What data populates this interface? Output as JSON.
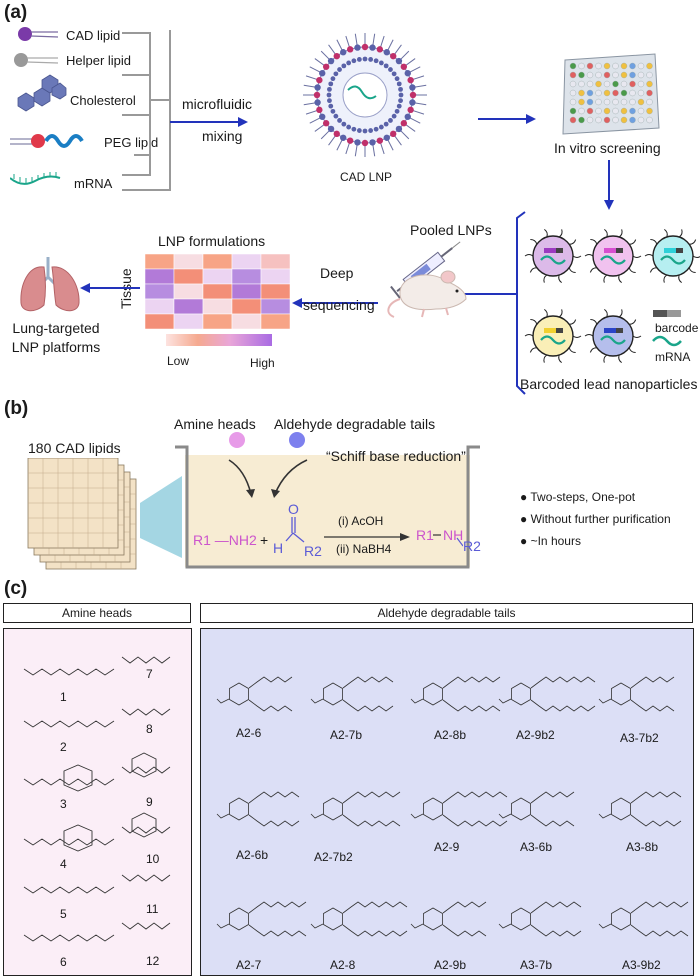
{
  "panel_a": {
    "label": "(a)",
    "components": [
      "CAD lipid",
      "Helper lipid",
      "Cholesterol",
      "PEG lipid",
      "mRNA"
    ],
    "mixing_label_1": "microfluidic",
    "mixing_label_2": "mixing",
    "lnp_label": "CAD LNP",
    "screening_label": "In vitro screening",
    "barcode_label": "barcode",
    "mrna_label": "mRNA",
    "barcoded_label": "Barcoded lead nanoparticles",
    "pooled_label": "Pooled LNPs",
    "deep_label_1": "Deep",
    "deep_label_2": "sequencing",
    "heatmap_title": "LNP formulations",
    "heatmap_ylabel": "Tissue",
    "scale_low": "Low",
    "scale_high": "High",
    "lung_label_1": "Lung-targeted",
    "lung_label_2": "LNP platforms"
  },
  "panel_b": {
    "label": "(b)",
    "lipids_label": "180 CAD lipids",
    "amine_label": "Amine heads",
    "aldehyde_label": "Aldehyde degradable tails",
    "reaction_label": "“Schiff base reduction”",
    "reactant_1": "R1 —NH2",
    "plus": "+",
    "h_atom": "H",
    "o_atom": "O",
    "r2": "R2",
    "step_1": "(i) AcOH",
    "step_2": "(ii) NaBH4",
    "product_r1": "R1",
    "product_nh": "NH",
    "product_r2": "R2",
    "bullets": [
      "Two-steps, One-pot",
      "Without further purification",
      "~In hours"
    ]
  },
  "panel_c": {
    "label": "(c)",
    "amine_header": "Amine heads",
    "aldehyde_header": "Aldehyde degradable tails",
    "amines": [
      "1",
      "7",
      "2",
      "8",
      "3",
      "9",
      "4",
      "10",
      "5",
      "11",
      "6",
      "12"
    ],
    "aldehydes": [
      "A2-6",
      "A2-7b",
      "A2-8b",
      "A2-9b2",
      "A3-7b2",
      "A2-6b",
      "A2-7b2",
      "A2-9",
      "A3-6b",
      "A3-8b",
      "A2-7",
      "A2-8",
      "A2-9b",
      "A3-7b",
      "A3-9b2"
    ]
  },
  "colors": {
    "arrow": "#2233bb",
    "amine_panel_bg": "#fbeef7",
    "aldehyde_panel_bg": "#dcdff6",
    "reactor_bg": "#f7ecd3",
    "amine_text": "#cc55cc",
    "aldehyde_text": "#5b5bd6"
  }
}
